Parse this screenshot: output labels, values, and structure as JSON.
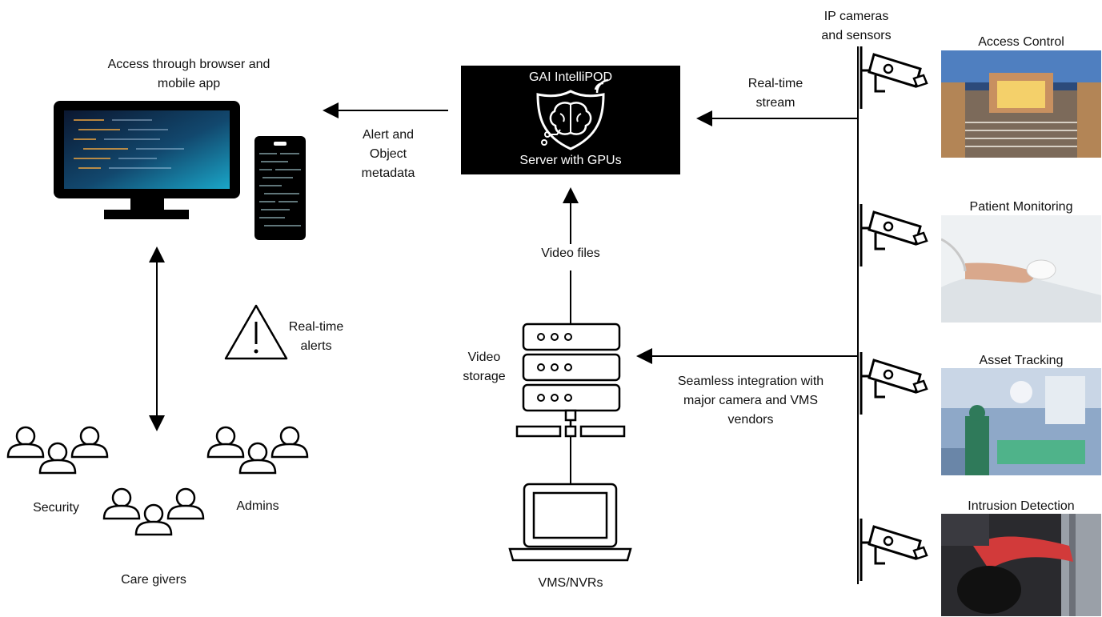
{
  "access": {
    "line1": "Access through browser and",
    "line2": "mobile app"
  },
  "server": {
    "title": "GAI  IntelliPOD",
    "subtitle": "Server with GPUs"
  },
  "flows": {
    "alert_metadata": [
      "Alert and",
      "Object",
      "metadata"
    ],
    "realtime_stream": [
      "Real-time",
      "stream"
    ],
    "video_files": "Video files",
    "realtime_alerts": [
      "Real-time",
      "alerts"
    ],
    "seamless": [
      "Seamless integration with",
      "major camera and VMS",
      "vendors"
    ]
  },
  "storage": {
    "label": [
      "Video",
      "storage"
    ]
  },
  "vms": {
    "label": "VMS/NVRs"
  },
  "cameras": {
    "label": [
      "IP cameras",
      "and sensors"
    ]
  },
  "use_cases": [
    {
      "label": "Access Control"
    },
    {
      "label": "Patient Monitoring"
    },
    {
      "label": "Asset Tracking"
    },
    {
      "label": "Intrusion Detection"
    }
  ],
  "users": [
    {
      "label": "Security"
    },
    {
      "label": "Care givers"
    },
    {
      "label": "Admins"
    }
  ],
  "colors": {
    "line": "#000000",
    "box": "#000000"
  },
  "icons": [
    "monitor-icon",
    "phone-icon",
    "brain-shield-icon",
    "warning-icon",
    "server-rack-icon",
    "laptop-icon",
    "camera-icon",
    "user-group-icon"
  ]
}
